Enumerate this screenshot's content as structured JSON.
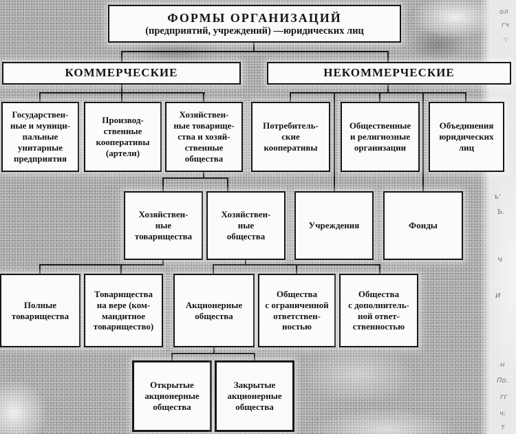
{
  "colors": {
    "background": "#bdbdbd",
    "box_fill": "#fbfbfb",
    "line": "#1a1a1a",
    "text": "#141414"
  },
  "title": {
    "line1": "ФОРМЫ ОРГАНИЗАЦИЙ",
    "line2": "(предприятий, учреждений) —юридических лиц"
  },
  "level2": {
    "commercial": "КОММЕРЧЕСКИЕ",
    "noncommercial": "НЕКОММЕРЧЕСКИЕ"
  },
  "nodes": {
    "state_unitary": "Государствен-\nные и муници-\nпальные\nунитарные\nпредприятия",
    "production_coops": "Производ-\nственные\nкооперативы\n(артели)",
    "partnerships_and_societies": "Хозяйствен-\nные товарище-\nства и хозяй-\nственные\nобщества",
    "consumer_coops": "Потребитель-\nские\nкооперативы",
    "public_religious": "Общественные\nи религиозные\nорганизации",
    "legal_unions": "Объединения\nюридических\nлиц",
    "partnerships": "Хозяйствен-\nные\nтоварищества",
    "societies": "Хозяйствен-\nные\nобщества",
    "institutions": "Учреждения",
    "funds": "Фонды",
    "full_partnerships": "Полные\nтоварищества",
    "limited_partnerships": "Товарищества\nна вере (ком-\nмандитное\nтоварищество)",
    "joint_stock": "Акционерные\nобщества",
    "limited_liability": "Общества\nс ограниченной\nответствен-\nностью",
    "additional_liability": "Общества\nс дополнитель-\nной ответ-\nственностью",
    "open_jsc": "Открытые\nакционерные\nобщества",
    "closed_jsc": "Закрытые\nакционерные\nобщества"
  },
  "margin_marks": [
    "ол",
    "гч",
    "·:",
    "ъ'",
    "Ъ.",
    "Ч",
    "И",
    "н",
    "По.",
    "гг",
    "ч:",
    "т"
  ]
}
